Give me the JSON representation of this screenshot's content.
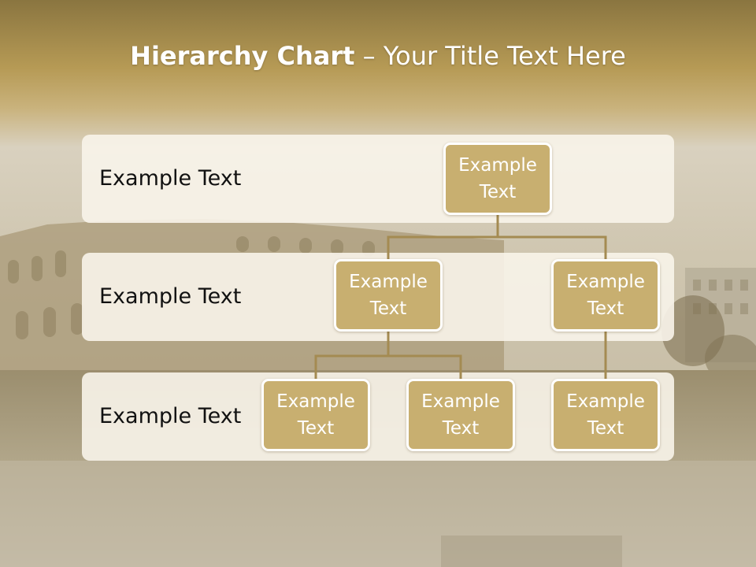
{
  "title": {
    "bold": "Hierarchy Chart",
    "rest": " – Your Title Text Here"
  },
  "levels": [
    {
      "label": "Example Text"
    },
    {
      "label": "Example Text"
    },
    {
      "label": "Example Text"
    }
  ],
  "nodes": {
    "root": "Example Text",
    "level2_left": "Example Text",
    "level2_right": "Example Text",
    "level3_a": "Example Text",
    "level3_b": "Example Text",
    "level3_c": "Example Text"
  },
  "colors": {
    "header_gold": "#b79a55",
    "node_fill": "#c8af70",
    "connector": "#a48b52",
    "band_fill": "#f8f4ea"
  }
}
